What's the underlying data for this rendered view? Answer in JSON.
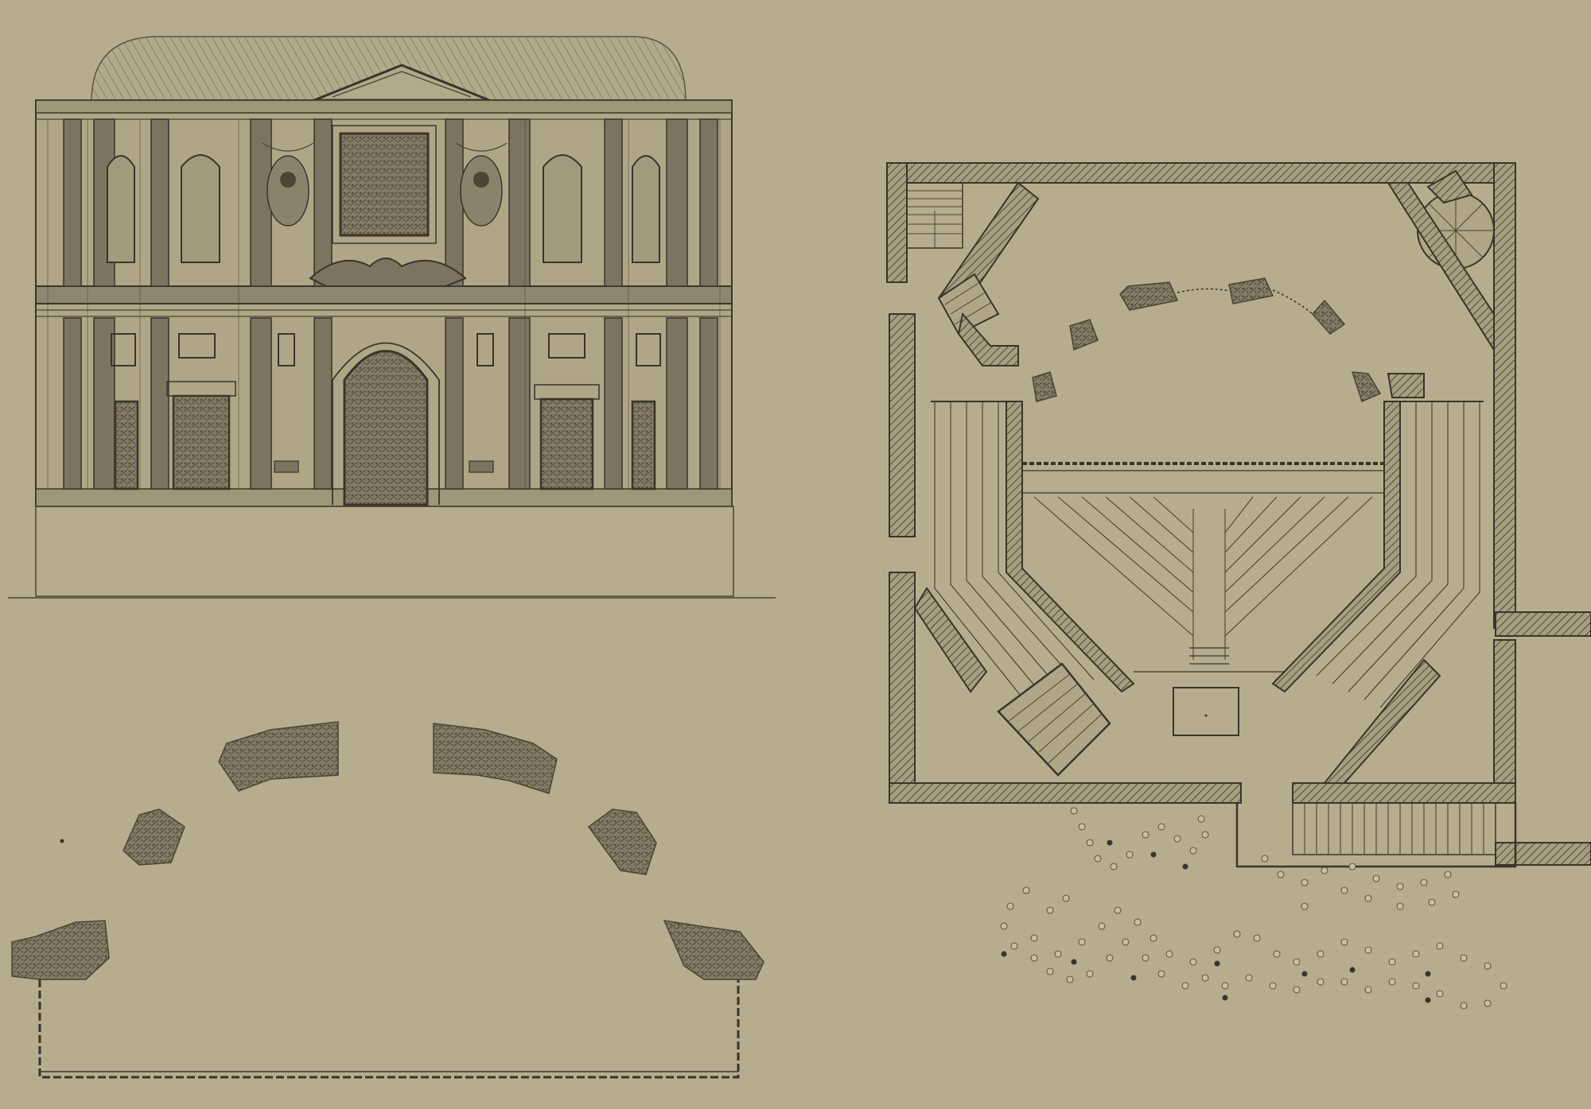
{
  "plate": {
    "paper_color": "#b7ad8e",
    "ink_color": "#3a342a"
  },
  "panels": [
    {
      "id": "facade-elevation",
      "kind": "elevation drawing of a two-storey façade"
    },
    {
      "id": "stage-plan",
      "kind": "ground plan of a square building with an octagonal auditorium"
    },
    {
      "id": "scenery-plan",
      "kind": "plan of curved scenery flats in a semicircle"
    }
  ]
}
